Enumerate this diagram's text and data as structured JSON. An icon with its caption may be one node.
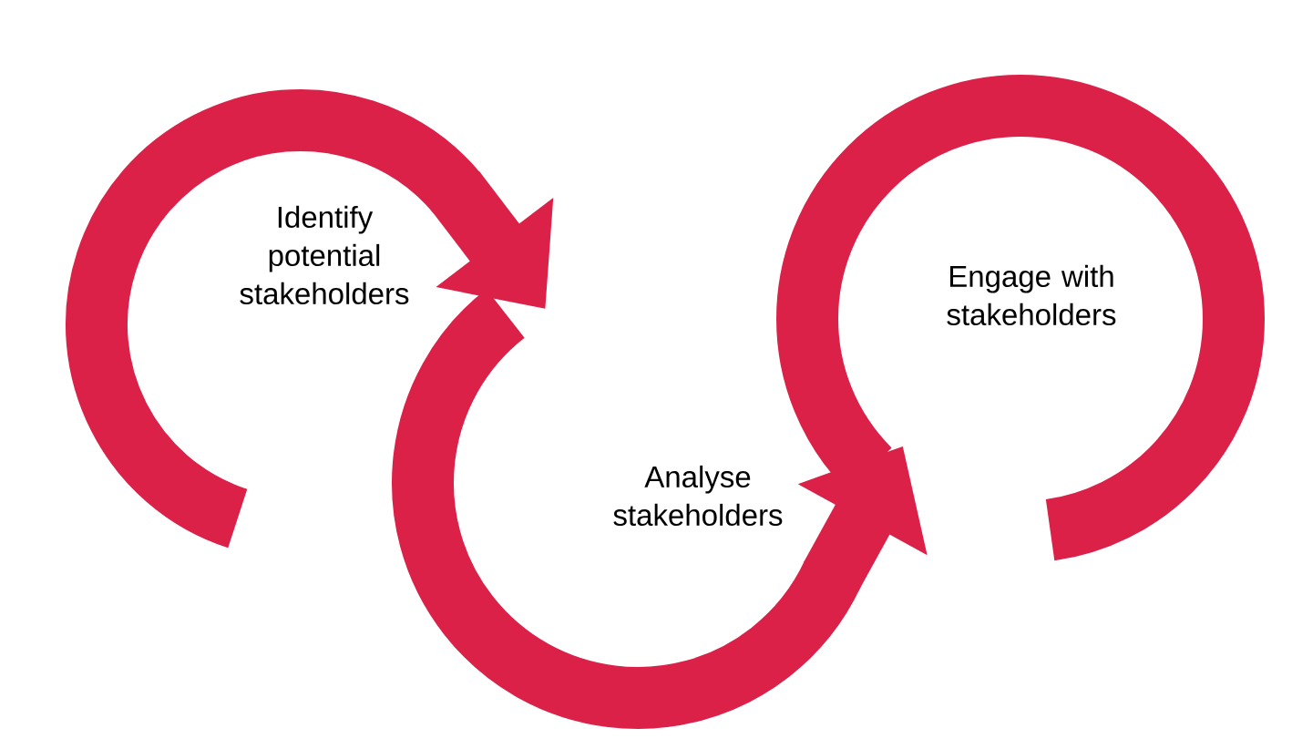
{
  "diagram": {
    "nodes": [
      {
        "text": [
          "Identify potential stakeholders"
        ]
      },
      {
        "text": [
          "Analyse stakeholders"
        ]
      },
      {
        "text": [
          "Engage with stakeholders"
        ]
      }
    ],
    "edges": [
      {
        "from": 0,
        "to": 1,
        "arrow": "to"
      },
      {
        "from": 1,
        "to": 2,
        "arrow": "to"
      }
    ]
  }
}
